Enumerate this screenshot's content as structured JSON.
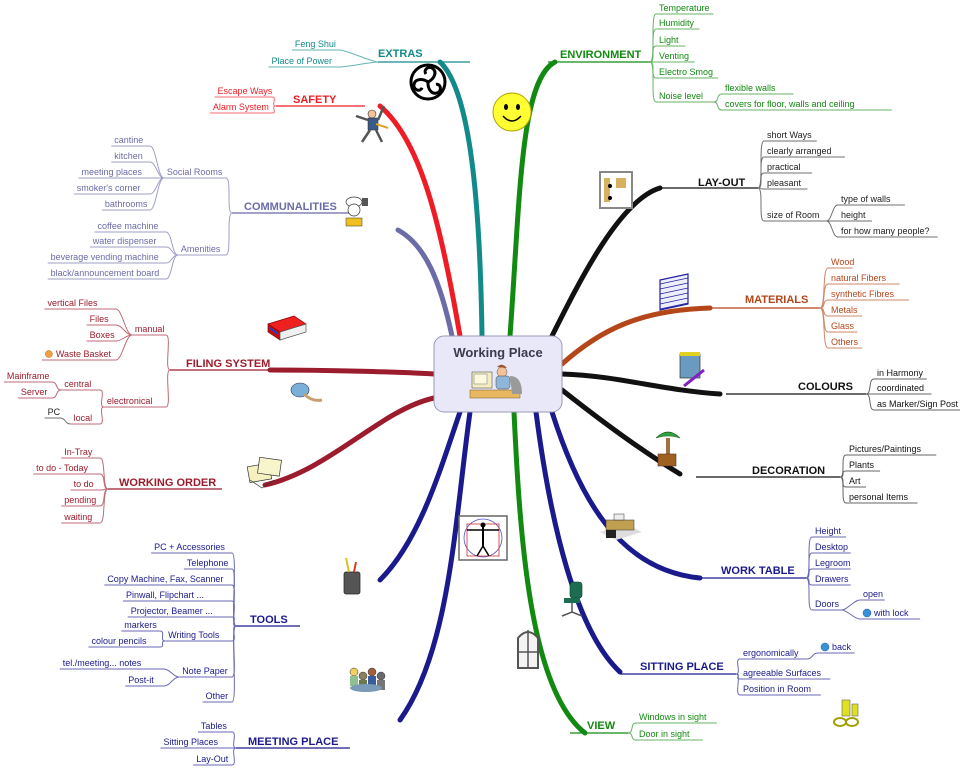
{
  "center": {
    "title": "Working Place",
    "icon": "person-at-computer-icon"
  },
  "branches": [
    {
      "id": "extras",
      "label": "EXTRAS",
      "color": "#138a8a",
      "icon": "triskele-icon",
      "children": [
        {
          "label": "Feng Shui"
        },
        {
          "label": "Place of Power"
        }
      ]
    },
    {
      "id": "safety",
      "label": "SAFETY",
      "color": "#ee1c25",
      "icon": "running-man-icon",
      "children": [
        {
          "label": "Escape Ways"
        },
        {
          "label": "Alarm System"
        }
      ]
    },
    {
      "id": "communalities",
      "label": "COMMUNALITIES",
      "color": "#6b6ba8",
      "icon": "chef-icon",
      "children": [
        {
          "label": "Social Rooms",
          "children": [
            {
              "label": "cantine"
            },
            {
              "label": "kitchen"
            },
            {
              "label": "meeting places"
            },
            {
              "label": "smoker's corner"
            },
            {
              "label": "bathrooms"
            }
          ]
        },
        {
          "label": "Amenities",
          "children": [
            {
              "label": "coffee machine"
            },
            {
              "label": "water dispenser"
            },
            {
              "label": "beverage vending machine"
            },
            {
              "label": "black/announcement board"
            }
          ]
        }
      ]
    },
    {
      "id": "filing",
      "label": "FILING SYSTEM",
      "color": "#9b1c2c",
      "icon": "binder-icon",
      "children": [
        {
          "label": "manual",
          "children": [
            {
              "label": "vertical Files"
            },
            {
              "label": "Files"
            },
            {
              "label": "Boxes"
            },
            {
              "label": "Waste Basket",
              "icon": "orange-dot-icon"
            }
          ]
        },
        {
          "label": "electronical",
          "children": [
            {
              "label": "central",
              "children": [
                {
                  "label": "Mainframe"
                },
                {
                  "label": "Server"
                }
              ]
            },
            {
              "label": "local",
              "children": [
                {
                  "label": "PC"
                }
              ]
            }
          ]
        }
      ]
    },
    {
      "id": "working-order",
      "label": "WORKING ORDER",
      "color": "#9b1c2c",
      "icon": "letters-icon",
      "children": [
        {
          "label": "In-Tray"
        },
        {
          "label": "to do - Today"
        },
        {
          "label": "to do"
        },
        {
          "label": "pending"
        },
        {
          "label": "waiting"
        }
      ]
    },
    {
      "id": "tools",
      "label": "TOOLS",
      "color": "#1a1a8c",
      "icon": "pencil-cup-icon",
      "children": [
        {
          "label": "PC + Accessories"
        },
        {
          "label": "Telephone"
        },
        {
          "label": "Copy Machine, Fax, Scanner"
        },
        {
          "label": "Pinwall, Flipchart ..."
        },
        {
          "label": "Projector, Beamer ..."
        },
        {
          "label": "Writing Tools",
          "children": [
            {
              "label": "markers"
            },
            {
              "label": "colour pencils"
            }
          ]
        },
        {
          "label": "Note Paper",
          "children": [
            {
              "label": "tel./meeting... notes"
            },
            {
              "label": "Post-it"
            }
          ]
        },
        {
          "label": "Other"
        }
      ]
    },
    {
      "id": "meeting",
      "label": "MEETING PLACE",
      "color": "#1a1a8c",
      "icon": "meeting-people-icon",
      "children": [
        {
          "label": "Tables"
        },
        {
          "label": "Sitting Places"
        },
        {
          "label": "Lay-Out"
        }
      ]
    },
    {
      "id": "environment",
      "label": "ENVIRONMENT",
      "color": "#128a12",
      "icon": "smiley-icon",
      "children": [
        {
          "label": "Temperature"
        },
        {
          "label": "Humidity"
        },
        {
          "label": "Light"
        },
        {
          "label": "Venting"
        },
        {
          "label": "Electro Smog"
        },
        {
          "label": "Noise level",
          "children": [
            {
              "label": "flexible walls"
            },
            {
              "label": "covers for floor, walls and ceiling"
            }
          ]
        }
      ]
    },
    {
      "id": "layout",
      "label": "LAY-OUT",
      "color": "#111111",
      "icon": "floor-plan-icon",
      "children": [
        {
          "label": "short Ways"
        },
        {
          "label": "clearly arranged"
        },
        {
          "label": "practical"
        },
        {
          "label": "pleasant"
        },
        {
          "label": "size of Room",
          "children": [
            {
              "label": "type of walls"
            },
            {
              "label": "height"
            },
            {
              "label": "for how many people?"
            }
          ]
        }
      ]
    },
    {
      "id": "materials",
      "label": "MATERIALS",
      "color": "#b5461a",
      "icon": "brick-wall-icon",
      "children": [
        {
          "label": "Wood"
        },
        {
          "label": "natural Fibers"
        },
        {
          "label": "synthetic Fibres"
        },
        {
          "label": "Metals"
        },
        {
          "label": "Glass"
        },
        {
          "label": "Others"
        }
      ]
    },
    {
      "id": "colours",
      "label": "COLOURS",
      "color": "#111111",
      "icon": "paint-bucket-icon",
      "children": [
        {
          "label": "in Harmony"
        },
        {
          "label": "coordinated"
        },
        {
          "label": "as Marker/Sign Post"
        }
      ]
    },
    {
      "id": "decoration",
      "label": "DECORATION",
      "color": "#111111",
      "icon": "palm-tree-icon",
      "children": [
        {
          "label": "Pictures/Paintings"
        },
        {
          "label": "Plants"
        },
        {
          "label": "Art"
        },
        {
          "label": "personal Items"
        }
      ]
    },
    {
      "id": "work-table",
      "label": "WORK TABLE",
      "color": "#1a1a8c",
      "icon": "desk-icon",
      "children": [
        {
          "label": "Height"
        },
        {
          "label": "Desktop"
        },
        {
          "label": "Legroom"
        },
        {
          "label": "Drawers"
        },
        {
          "label": "Doors",
          "children": [
            {
              "label": "open"
            },
            {
              "label": "with lock",
              "icon": "globe-icon"
            }
          ]
        }
      ]
    },
    {
      "id": "sitting",
      "label": "SITTING PLACE",
      "color": "#1a1a8c",
      "icon": "office-chair-icon",
      "children": [
        {
          "label": "ergonomically",
          "children": [
            {
              "label": "back",
              "icon": "globe-icon"
            }
          ]
        },
        {
          "label": "agreeable Surfaces"
        },
        {
          "label": "Position in Room"
        }
      ]
    },
    {
      "id": "view",
      "label": "VIEW",
      "color": "#128a12",
      "icon": "window-icon",
      "children": [
        {
          "label": "Windows in sight"
        },
        {
          "label": "Door in sight"
        }
      ]
    }
  ],
  "floating_icons": [
    {
      "name": "mouse-hand-icon"
    },
    {
      "name": "vitruvian-man-icon"
    },
    {
      "name": "keys-icon"
    }
  ]
}
